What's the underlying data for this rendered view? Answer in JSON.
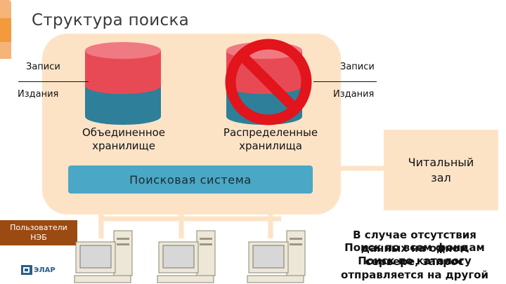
{
  "title": "Структура поиска",
  "left_store": {
    "records_label": "Записи",
    "editions_label": "Издания",
    "caption_line1": "Объединенное",
    "caption_line2": "хранилище"
  },
  "right_store": {
    "records_label": "Записи",
    "editions_label": "Издания",
    "caption_line1": "Распределенные",
    "caption_line2": "хранилища"
  },
  "search_system_label": "Поисковая система",
  "reading_room": {
    "line1": "Читальный",
    "line2": "зал"
  },
  "users_label": {
    "line1": "Пользователи",
    "line2": "НЭБ"
  },
  "note": {
    "line1": "В случае отсутствия",
    "line2": "данных на одном",
    "line3": "сервере, запрос",
    "line4": "отправляется на другой",
    "overlay1": "Поиск по всем фондам",
    "overlay2": "Поиск по каталогу"
  },
  "logo_text": "ЭЛАР",
  "colors": {
    "panel": "#fde3c6",
    "cylinder_top": "#e84a55",
    "cylinder_bottom": "#2e7f99",
    "search_bar": "#4aa7c6",
    "prohibition": "#e2141c",
    "users_box": "#9b4a12"
  },
  "icons": [
    "prohibition-icon",
    "computer-icon",
    "database-cylinder-icon",
    "logo-icon"
  ]
}
